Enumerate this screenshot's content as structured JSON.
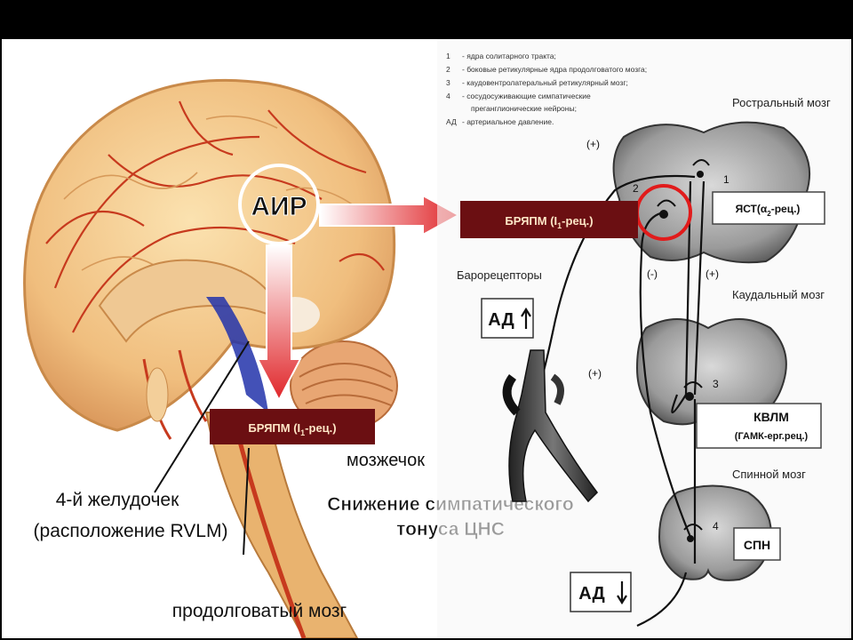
{
  "brain": {
    "air_label": "АИР",
    "bryapm_lower": {
      "main": "БРЯПМ (I",
      "sub": "1",
      "tail": "-рец.)"
    },
    "cerebellum": "мозжечок",
    "fourth_ventricle_line1": "4-й желудочек",
    "fourth_ventricle_line2": "(расположение RVLM)",
    "medulla": "продолговатый мозг",
    "reduction_line1": "Снижение симпатического",
    "reduction_line2": "тонуса ЦНС"
  },
  "scheme": {
    "legend": [
      {
        "num": "1",
        "text": "- ядра солитарного тракта;"
      },
      {
        "num": "2",
        "text": "- боковые ретикулярные ядра продолговатого мозга;"
      },
      {
        "num": "3",
        "text": "- каудовентролатеральный ретикулярный мозг;"
      },
      {
        "num": "4",
        "text": "- сосудосуживающие симпатические"
      },
      {
        "num": "",
        "text": "преганглионические нейроны;"
      },
      {
        "num": "АД",
        "text": "- артериальное давление."
      }
    ],
    "rostral": "Ростральный мозг",
    "caudal": "Каудальный мозг",
    "spinal": "Спинной мозг",
    "baroreceptors": "Барорецепторы",
    "bryapm_upper": {
      "main": "БРЯПМ (I",
      "sub": "1",
      "tail": "-рец.)"
    },
    "yast": {
      "main": "ЯСТ(α",
      "sub": "2",
      "tail": "-рец.)"
    },
    "kvlm_line1": "КВЛМ",
    "kvlm_line2": "(ГАМК-ерг.рец.)",
    "spn": "СПН",
    "ad_up": "АД",
    "ad_down": "АД",
    "plus_top": "(+)",
    "minus": "(-)",
    "plus_mid": "(+)",
    "plus_low": "(+)",
    "n1": "1",
    "n2": "2",
    "n3": "3",
    "n4": "4"
  },
  "colors": {
    "label_box": "#6b0f12",
    "label_text": "#ffe7c7",
    "circle_red": "#e11b1b",
    "brain": "#f2c68a",
    "vessel": "#c73a1e",
    "tissue": "#8a8a8a"
  }
}
